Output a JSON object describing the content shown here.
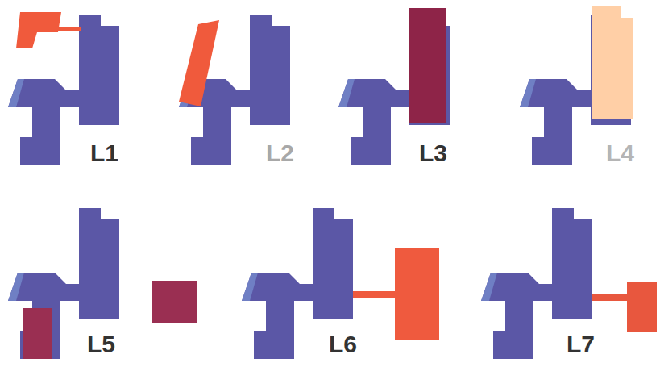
{
  "diagram": {
    "labels": [
      "L1",
      "L2",
      "L3",
      "L4",
      "L5",
      "L6",
      "L7"
    ]
  }
}
